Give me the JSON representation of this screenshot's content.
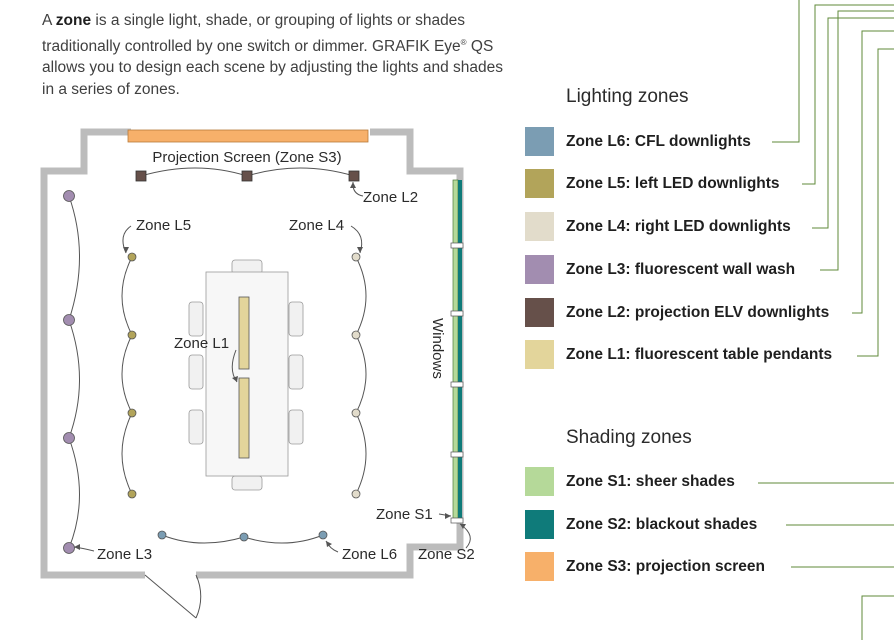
{
  "intro": {
    "prefix": "A ",
    "term": "zone",
    "body": " is a single light, shade, or grouping of lights or shades traditionally controlled by one switch or dimmer. GRAFIK Eye",
    "mark": "®",
    "suffix": " QS allows you to design each scene by adjusting the lights and shades in a series of zones."
  },
  "lighting": {
    "title": "Lighting zones",
    "items": [
      {
        "label": "Zone L6: CFL downlights",
        "color": "#7b9db3"
      },
      {
        "label": "Zone L5: left LED downlights",
        "color": "#b2a45a"
      },
      {
        "label": "Zone L4: right LED downlights",
        "color": "#e2dccb"
      },
      {
        "label": "Zone L3: fluorescent wall wash",
        "color": "#a28db0"
      },
      {
        "label": "Zone L2: projection ELV downlights",
        "color": "#66504a"
      },
      {
        "label": "Zone L1: fluorescent table pendants",
        "color": "#e3d59b"
      }
    ]
  },
  "shading": {
    "title": "Shading zones",
    "items": [
      {
        "label": "Zone S1: sheer shades",
        "color": "#b5d999"
      },
      {
        "label": "Zone S2: blackout shades",
        "color": "#0f7b7a"
      },
      {
        "label": "Zone S3: projection screen",
        "color": "#f7b06a"
      }
    ]
  },
  "plan": {
    "projection_screen": "Projection Screen (Zone S3)",
    "windows": "Windows",
    "zone_l1": "Zone L1",
    "zone_l2": "Zone L2",
    "zone_l3": "Zone L3",
    "zone_l4": "Zone L4",
    "zone_l5": "Zone L5",
    "zone_l6": "Zone L6",
    "zone_s1": "Zone S1",
    "zone_s2": "Zone S2"
  },
  "colors": {
    "wall": "#bcbcbc",
    "leader_line": "#5f8a3a",
    "table": "#e6e6e6"
  }
}
